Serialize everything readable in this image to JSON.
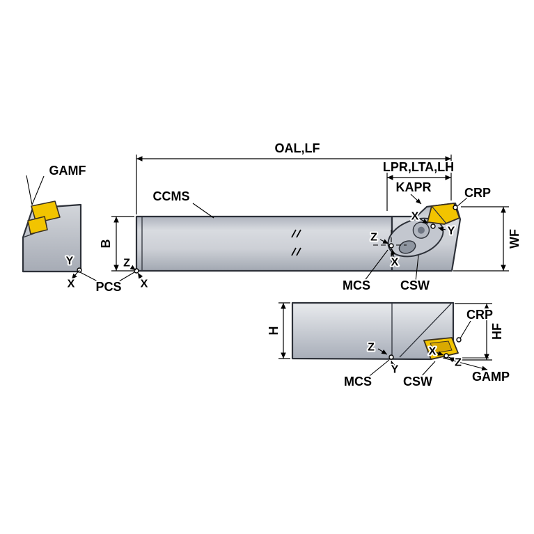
{
  "labels": {
    "gamf": "GAMF",
    "oal_lf": "OAL,LF",
    "lpr_lta_lh": "LPR,LTA,LH",
    "kapr": "KAPR",
    "crp": "CRP",
    "ccms": "CCMS",
    "b": "B",
    "pcs": "PCS",
    "mcs": "MCS",
    "csw": "CSW",
    "wf": "WF",
    "h": "H",
    "hf": "HF",
    "gamp": "GAMP",
    "axis_x": "X",
    "axis_y": "Y",
    "axis_z": "Z"
  },
  "colors": {
    "insert": "#f2c400",
    "insert_inner": "#d9a900",
    "body_light": "#e7e9ec",
    "body_mid": "#c7cbd2",
    "body_dark": "#9aa0ab",
    "outline": "#2d3139",
    "dimension": "#000000",
    "background": "#ffffff"
  }
}
